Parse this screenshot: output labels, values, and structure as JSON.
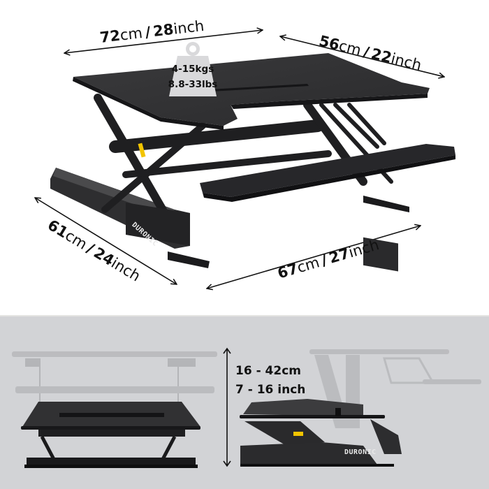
{
  "product": {
    "brand": "DURONIC",
    "type": "sit-stand desk converter",
    "color": "black"
  },
  "dimensions": {
    "top_width": {
      "value_cm": "72",
      "unit_cm": "cm",
      "separator": "/",
      "value_in": "28",
      "unit_in": "inch"
    },
    "top_depth": {
      "value_cm": "56",
      "unit_cm": "cm",
      "separator": "/",
      "value_in": "22",
      "unit_in": "inch"
    },
    "base_depth": {
      "value_cm": "61",
      "unit_cm": "cm",
      "separator": "/",
      "value_in": "24",
      "unit_in": "inch"
    },
    "base_width": {
      "value_cm": "67",
      "unit_cm": "cm",
      "separator": "/",
      "value_in": "27",
      "unit_in": "inch"
    }
  },
  "load_capacity": {
    "icon": "weight-icon",
    "metric": "4-15kgs",
    "imperial": "8.8-33lbs"
  },
  "height_range": {
    "metric": "16 - 42cm",
    "imperial": "7 - 16 inch"
  },
  "views": {
    "top": "main product view with dimensions",
    "bottom_left": "front view raised and lowered",
    "bottom_right": "side view raised and lowered"
  },
  "colors": {
    "background_top": "#ffffff",
    "background_bottom": "#d2d3d6",
    "desk_black": "#2b2b2d",
    "desk_dark": "#1c1c1e",
    "ghost_gray": "#b7b8bb",
    "weight_badge": "#d9d9db",
    "warning_yellow": "#f2c400"
  }
}
